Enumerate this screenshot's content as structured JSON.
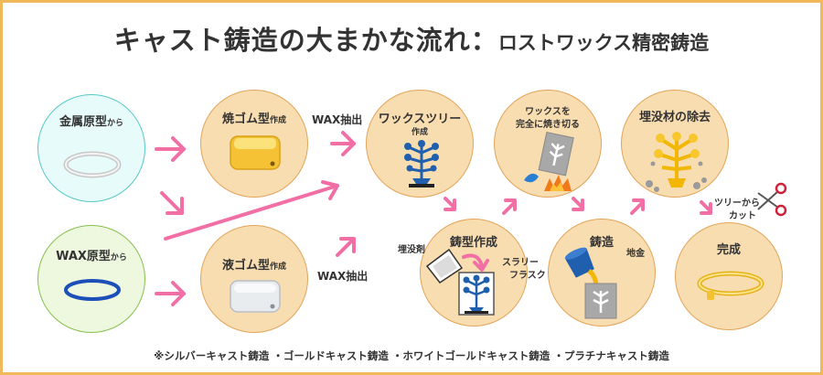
{
  "title": {
    "main": "キャスト鋳造の大まかな流れ：",
    "sub": "ロストワックス精密鋳造"
  },
  "steps": {
    "metal_model": {
      "main": "金属原型",
      "small": "から"
    },
    "wax_model": {
      "main": "WAX原型",
      "small": "から"
    },
    "rubber_vulcanized": {
      "main": "焼ゴム型",
      "small": "作成"
    },
    "rubber_liquid": {
      "main": "液ゴム型",
      "small": "作成"
    },
    "wax_tree": {
      "main": "ワックスツリー",
      "small": "作成"
    },
    "burnout": {
      "line1": "ワックスを",
      "line2": "完全に焼き切る"
    },
    "investment_removal": {
      "main": "埋没材の除去"
    },
    "mold_making": {
      "main": "鋳型作成"
    },
    "casting": {
      "main": "鋳造"
    },
    "finish": {
      "main": "完成"
    }
  },
  "transitions": {
    "wax_inject_top": "WAX抽出",
    "wax_inject_bottom": "WAX抽出"
  },
  "annotations": {
    "investment": "埋没剤",
    "slurry_line1": "スラリー",
    "slurry_line2": "フラスク",
    "metal": "地金",
    "cut_line1": "ツリーから",
    "cut_line2": "カット"
  },
  "footnote": "※シルバーキャスト鋳造 ・ゴールドキャスト鋳造 ・ホワイトゴールドキャスト鋳造 ・プラチナキャスト鋳造",
  "colors": {
    "arrow": "#f26fa6",
    "circle_fill": "#f8ddb0",
    "circle_border": "#e2a45a",
    "frame": "#f0b95a",
    "tree_blue": "#1f5fae",
    "gold": "#f7c72d"
  },
  "icons": [
    "ring-silver-icon",
    "ring-blue-icon",
    "rubber-mold-yellow-icon",
    "rubber-mold-white-icon",
    "wax-tree-icon",
    "burnout-flask-icon",
    "gold-tree-icon",
    "flask-tree-icon",
    "pour-flask-icon",
    "gold-ring-icon",
    "scissors-icon"
  ]
}
